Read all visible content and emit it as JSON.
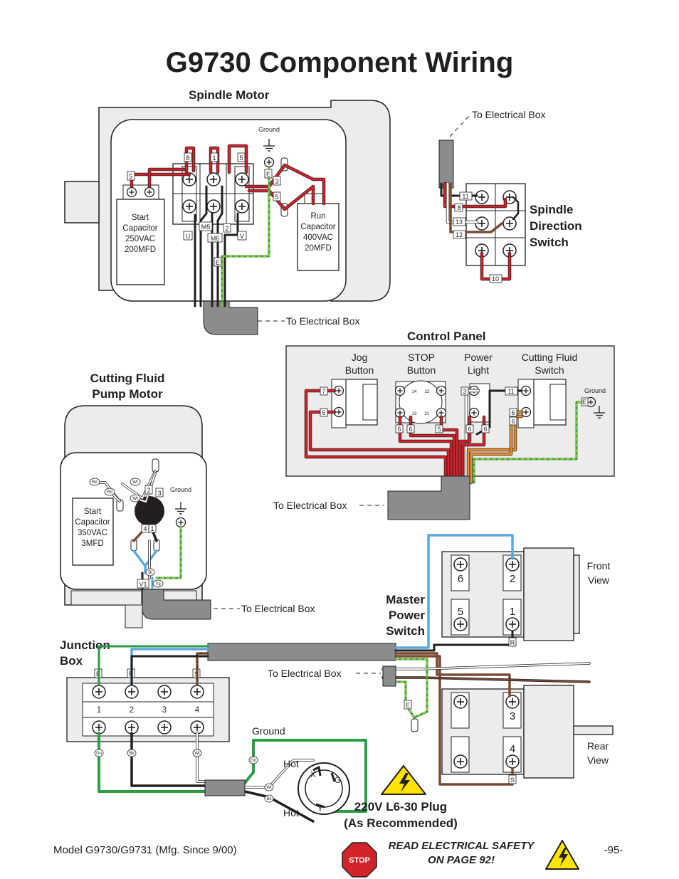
{
  "title": "G9730 Component Wiring",
  "spindle_motor": {
    "heading": "Spindle Motor",
    "ground": "Ground",
    "start_capacitor": [
      "Start",
      "Capacitor",
      "250VAC",
      "200MFD"
    ],
    "run_capacitor": [
      "Run",
      "Capacitor",
      "400VAC",
      "20MFD"
    ],
    "terminal_tags": [
      "8",
      "1",
      "5",
      "5",
      "3",
      "5",
      "E",
      "U",
      "M5",
      "2",
      "M6",
      "V",
      "E"
    ],
    "to_box": "To Electrical Box"
  },
  "spindle_direction_switch": {
    "heading": [
      "Spindle",
      "Direction",
      "Switch"
    ],
    "to_box": "To Electrical Box",
    "terminal_tags": [
      "11",
      "8",
      "13",
      "12",
      "10"
    ]
  },
  "control_panel": {
    "heading": "Control Panel",
    "jog": [
      "Jog",
      "Button"
    ],
    "stop": [
      "STOP",
      "Button"
    ],
    "power_light": [
      "Power",
      "Light"
    ],
    "coolant_switch": [
      "Cutting Fluid",
      "Switch"
    ],
    "ground": "Ground",
    "stop_contacts": [
      "14",
      "22",
      "13",
      "21"
    ],
    "terminal_tags": [
      "7",
      "6",
      "6",
      "6",
      "5",
      "3",
      "6",
      "6",
      "11",
      "6",
      "6",
      "E"
    ],
    "to_box": "To Electrical Box"
  },
  "pump_motor": {
    "heading": [
      "Cutting Fluid",
      "Pump Motor"
    ],
    "ground": "Ground",
    "start_capacitor": [
      "Start",
      "Capacitor",
      "350VAC",
      "3MFD"
    ],
    "wire_tags": [
      "Rd",
      "Rd",
      "Wt",
      "Wt",
      "Bl",
      "Yg"
    ],
    "terminal_tags": [
      "2",
      "3",
      "4",
      "1",
      "V1"
    ],
    "to_box": "To Electrical Box"
  },
  "master_switch": {
    "heading": [
      "Master",
      "Power",
      "Switch"
    ],
    "front": [
      "Front",
      "View"
    ],
    "rear": [
      "Rear",
      "View"
    ],
    "terminals_front": [
      "6",
      "2",
      "5",
      "1"
    ],
    "terminals_rear": [
      "3",
      "4"
    ],
    "tags": [
      "R",
      "S",
      "E"
    ],
    "to_box": "To Electrical Box"
  },
  "junction_box": {
    "heading": [
      "Junction",
      "Box"
    ],
    "tags": [
      "E",
      "R",
      "S"
    ],
    "terminals": [
      "1",
      "2",
      "3",
      "4"
    ],
    "wire_tags": [
      "Gn",
      "Bk",
      "Wt",
      "Gn",
      "Wt",
      "Bk"
    ],
    "ground": "Ground"
  },
  "plug": {
    "hot_top": "Hot",
    "hot_bottom": "Hot",
    "pins": [
      "X",
      "G",
      "Y"
    ],
    "caption": [
      "220V L6-30 Plug",
      "(As Recommended)"
    ]
  },
  "footer": {
    "model": "Model G9730/G9731 (Mfg. Since 9/00)",
    "warning": [
      "READ ELECTRICAL SAFETY",
      "ON PAGE 92!"
    ],
    "stop_sign": "STOP",
    "page": "-95-"
  },
  "colors": {
    "red": "#d2232a",
    "black": "#231f20",
    "white": "#ffffff",
    "blue": "#5ba9dc",
    "brown": "#7a4a32",
    "green": "#2a9d45",
    "yellow": "#e8dc2c",
    "orange": "#f28c28",
    "gray": "#8a8c8e",
    "panel": "#ececec",
    "warning": "#ffe400"
  }
}
